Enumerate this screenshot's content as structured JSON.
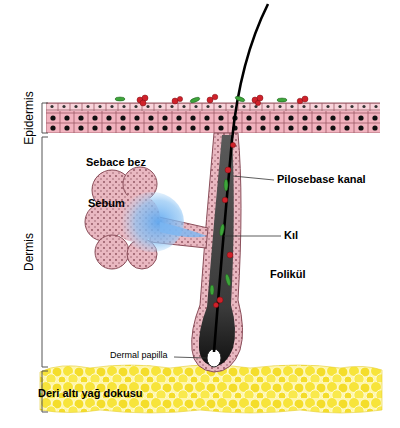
{
  "diagram": {
    "labels": [
      "Epidermis",
      "Sebace bez",
      "Pilosebase kanal",
      "Sebum",
      "Kıl",
      "Dermis",
      "Folikül",
      "Dermal papilla",
      "Deri altı yağ dokusu"
    ]
  }
}
